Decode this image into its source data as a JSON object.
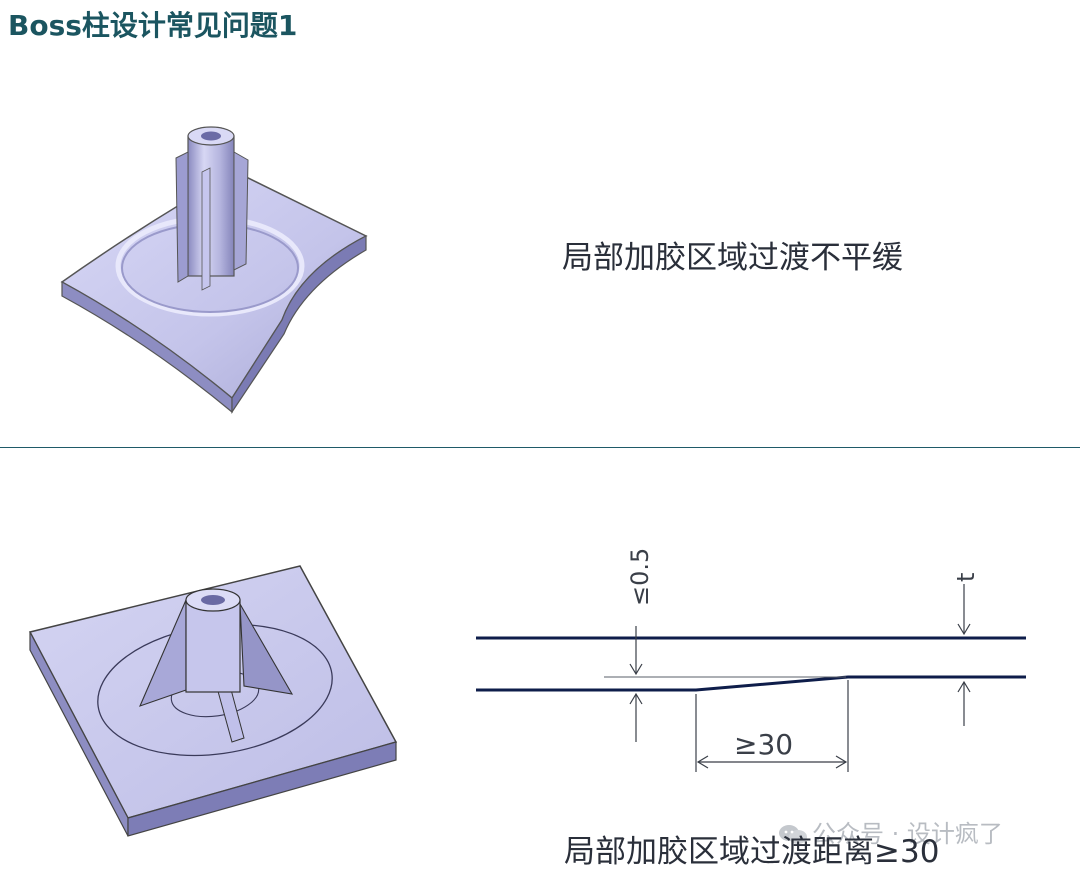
{
  "title": "Boss柱设计常见问题1",
  "captions": {
    "top": "局部加胶区域过渡不平缓",
    "bottom": "局部加胶区域过渡距离≥30"
  },
  "dimensions": {
    "step": "≤0.5",
    "thickness": "t",
    "transition": "≥30"
  },
  "watermark": {
    "text": "公众号 · 设计疯了",
    "icon": "wechat-icon"
  },
  "colors": {
    "title": "#1b5560",
    "divider": "#1f5a68",
    "part_fill": "#c9c9ee",
    "line": "#0e1d4a"
  }
}
